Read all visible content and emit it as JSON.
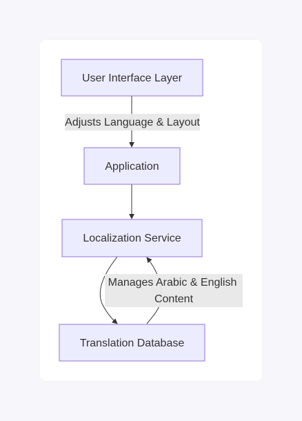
{
  "diagram": {
    "nodes": {
      "ui_layer": {
        "label": "User Interface Layer"
      },
      "application": {
        "label": "Application"
      },
      "localization_service": {
        "label": "Localization Service"
      },
      "translation_database": {
        "label": "Translation Database"
      }
    },
    "edges": {
      "ui_to_app": {
        "label": "Adjusts Language & Layout"
      },
      "app_to_loc": {
        "label": ""
      },
      "loc_to_db": {
        "label": ""
      },
      "db_to_loc": {
        "label_line1": "Manages Arabic & English",
        "label_line2": "Content"
      }
    },
    "colors": {
      "node_fill": "#ececff",
      "node_stroke": "#9370db",
      "edge": "#333333",
      "label_bg": "#e8e8e8"
    }
  }
}
